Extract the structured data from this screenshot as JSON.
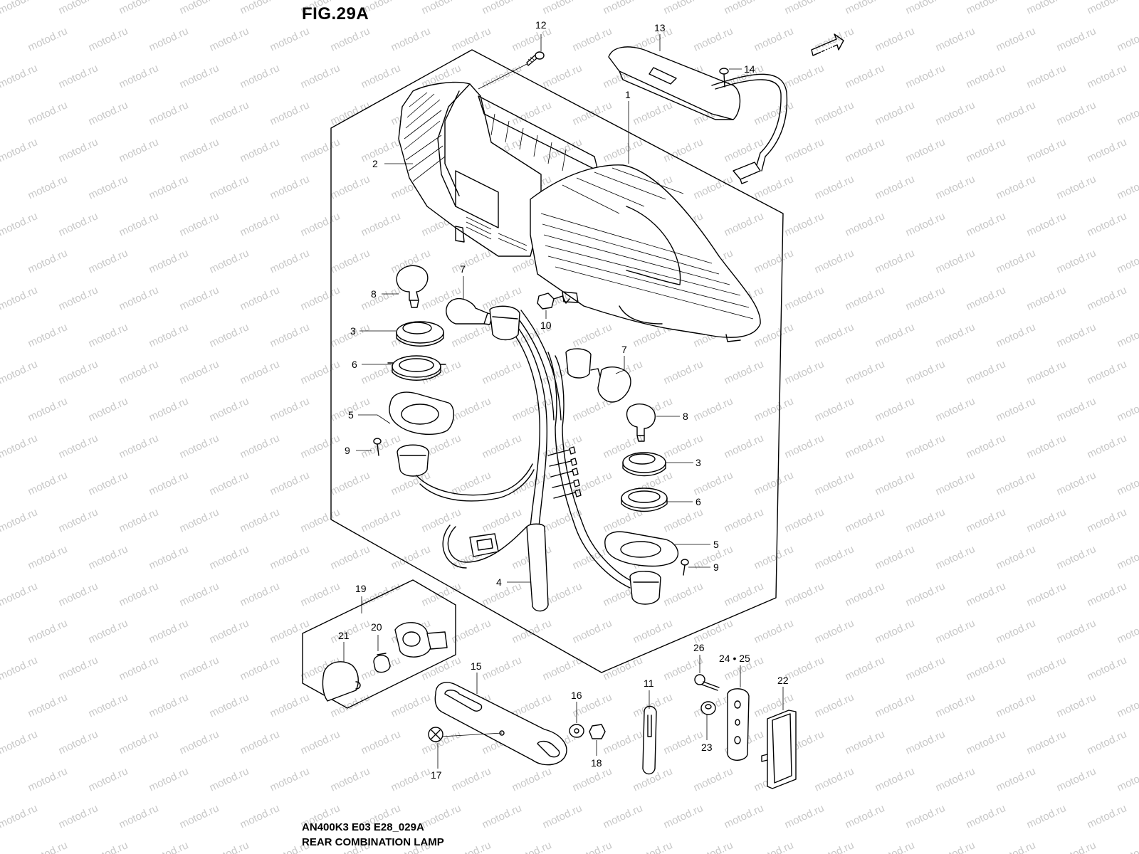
{
  "figure": {
    "title": "FIG.29A",
    "code": "AN400K3 E03 E28_029A",
    "name": "REAR COMBINATION LAMP",
    "direction_badge": "FWD",
    "watermark": "motod.ru"
  },
  "callouts": {
    "c1": "1",
    "c2": "2",
    "c3a": "3",
    "c3b": "3",
    "c4": "4",
    "c5a": "5",
    "c5b": "5",
    "c6a": "6",
    "c6b": "6",
    "c7a": "7",
    "c7b": "7",
    "c8a": "8",
    "c8b": "8",
    "c9a": "9",
    "c9b": "9",
    "c10": "10",
    "c11": "11",
    "c12": "12",
    "c13": "13",
    "c14": "14",
    "c15": "15",
    "c16": "16",
    "c17": "17",
    "c18": "18",
    "c19": "19",
    "c20": "20",
    "c21": "21",
    "c22": "22",
    "c23": "23",
    "c24": "24 • 25",
    "c26": "26"
  },
  "colors": {
    "ink": "#000000",
    "watermark": "#c8c8c8",
    "background": "#ffffff"
  }
}
